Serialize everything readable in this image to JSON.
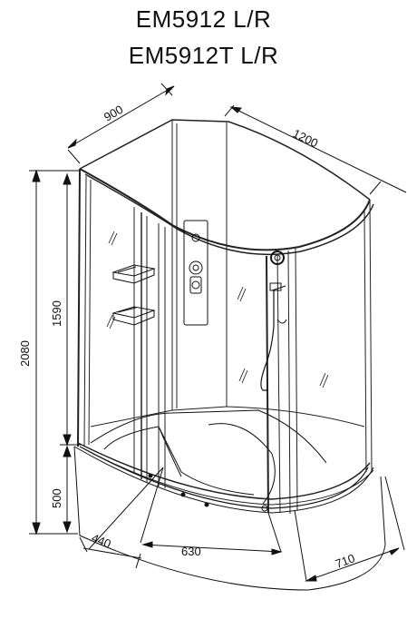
{
  "title": {
    "line1": "EM5912 L/R",
    "line2": "EM5912T L/R"
  },
  "dimensions": {
    "depth": "900",
    "length": "1200",
    "total_height": "2080",
    "cabin_height": "1590",
    "tray_height": "500",
    "side_width": "440",
    "door_width": "630",
    "curve_depth": "710"
  },
  "colors": {
    "line": "#111111",
    "frame": "#222222",
    "glass": "#ffffff"
  }
}
